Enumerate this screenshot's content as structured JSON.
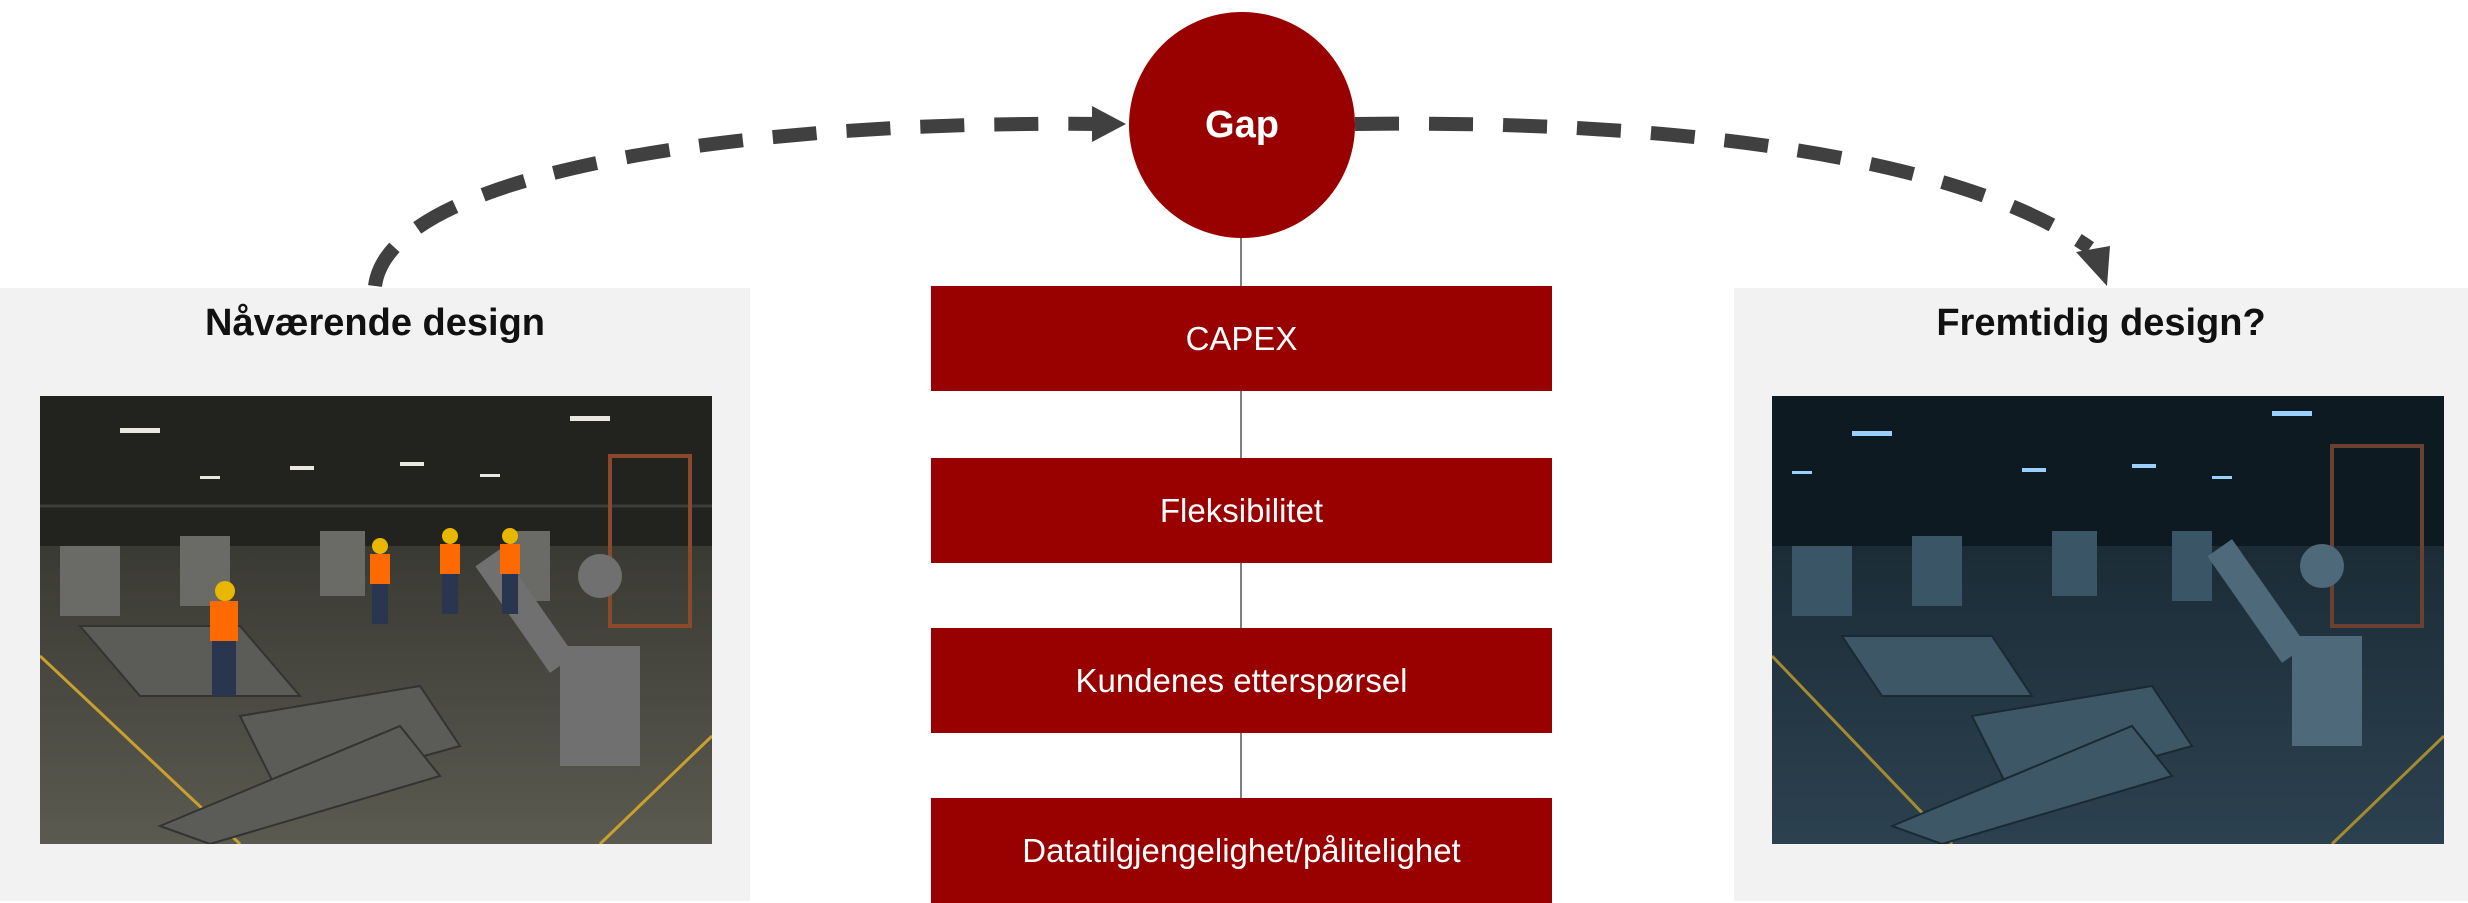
{
  "gap": {
    "label": "Gap"
  },
  "factors": [
    "CAPEX",
    "Fleksibilitet",
    "Kundenes etterspørsel",
    "Datatilgjengelighet/pålitelighet"
  ],
  "current": {
    "title": "Nåværende design",
    "image": "factory-floor-with-workers-photo"
  },
  "future": {
    "title": "Fremtidig design?",
    "image": "automated-factory-floor-blue-tint-photo"
  },
  "colors": {
    "accent": "#990000",
    "panel": "#f2f2f2",
    "arrow": "#404040",
    "connector": "#7f7f7f"
  }
}
